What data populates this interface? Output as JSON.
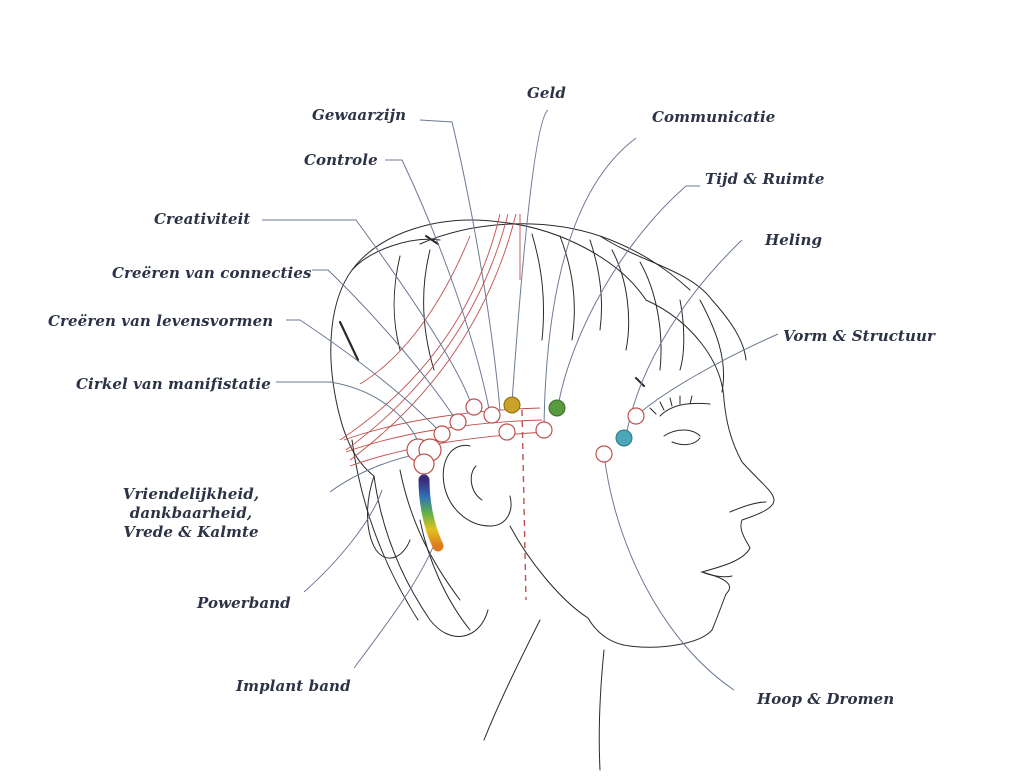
{
  "colors": {
    "leader": "#6b7a93",
    "sketch": "#2a2a2a",
    "grid": "#c0504d",
    "marker_ring": "#c0504d",
    "geld_marker": "#c9a227",
    "communicatie_marker": "#5a9a3e",
    "vorm_marker": "#4aa6b8",
    "label_text": "#2d3347"
  },
  "labels": {
    "geld": "Geld",
    "gewaarzijn": "Gewaarzijn",
    "communicatie": "Communicatie",
    "controle": "Controle",
    "tijd_ruimte": "Tijd & Ruimte",
    "creativiteit": "Creativiteit",
    "heling": "Heling",
    "creeren_connecties": "Creëren van connecties",
    "creeren_levensvormen": "Creëren van levensvormen",
    "vorm_structuur": "Vorm & Structuur",
    "cirkel_manifistatie": "Cirkel van manifistatie",
    "vriendelijkheid_line1": "Vriendelijkheid, dankbaarheid,",
    "vriendelijkheid_line2": "Vrede & Kalmte",
    "powerband": "Powerband",
    "implant_band": "Implant band",
    "hoop_dromen": "Hoop & Dromen"
  }
}
